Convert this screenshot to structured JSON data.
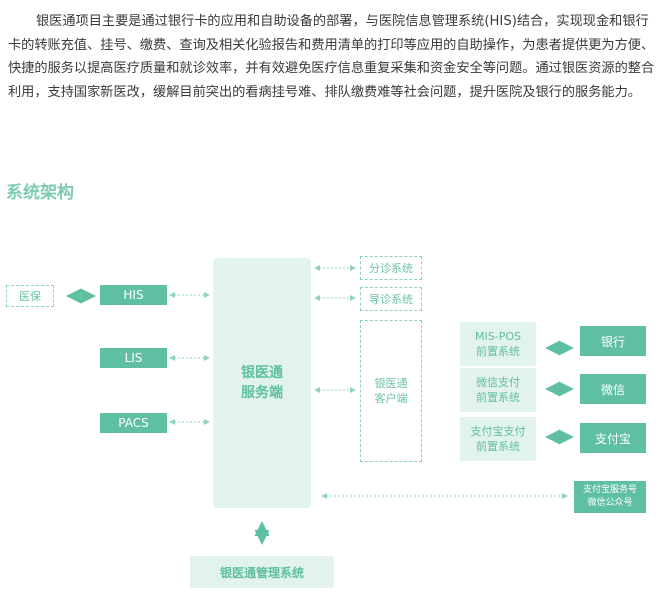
{
  "intro": "银医通项目主要是通过银行卡的应用和自助设备的部署，与医院信息管理系统(HIS)结合，实现现金和银行卡的转账充值、挂号、缴费、查询及相关化验报告和费用清单的打印等应用的自助操作，为患者提供更为方便、快捷的服务以提高医疗质量和就诊效率，并有效避免医疗信息重复采集和资金安全等问题。通过银医资源的整合利用，支持国家新医改，缓解目前突出的看病挂号难、排队缴费难等社会问题，提升医院及银行的服务能力。",
  "section_title": "系统架构",
  "nodes": {
    "yibao": "医保",
    "his": "HIS",
    "lis": "LIS",
    "pacs": "PACS",
    "core_line1": "银医通",
    "core_line2": "服务端",
    "fenzhen": "分诊系统",
    "daozhen": "导诊系统",
    "client_line1": "银医通",
    "client_line2": "客户端",
    "mispos_line1": "MIS-POS",
    "mispos_line2": "前置系统",
    "wechat_pre_line1": "微信支付",
    "wechat_pre_line2": "前置系统",
    "alipay_pre_line1": "支付宝支付",
    "alipay_pre_line2": "前置系统",
    "bank": "银行",
    "wechat": "微信",
    "alipay": "支付宝",
    "service_line1": "支付宝服务号",
    "service_line2": "微信公众号",
    "mgmt": "银医通管理系统"
  },
  "colors": {
    "accent": "#5fbfa3",
    "light": "#e2f3ec",
    "title": "#7ecbae"
  }
}
